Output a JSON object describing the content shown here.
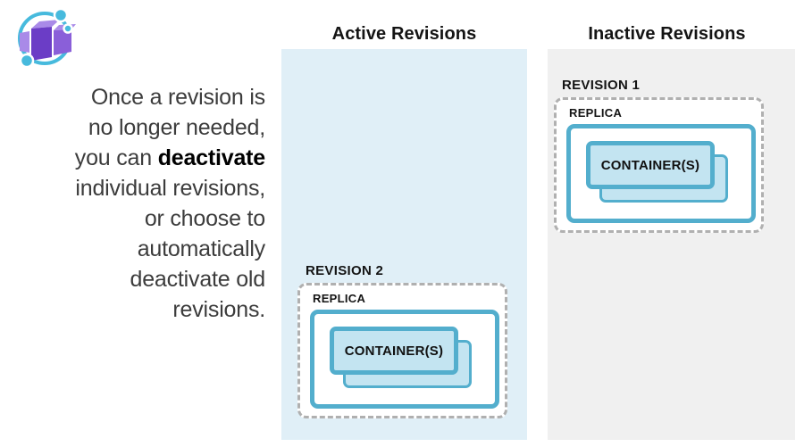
{
  "logo": {
    "icon": "azure-container-apps-icon"
  },
  "description": {
    "lines_before": [
      "Once a revision is",
      "no longer needed,"
    ],
    "bold_line": {
      "pre": "you can ",
      "bold": "deactivate"
    },
    "lines_after": [
      "individual revisions,",
      "or choose to",
      "automatically",
      "deactivate old",
      "revisions."
    ]
  },
  "columns": {
    "active": {
      "title": "Active Revisions"
    },
    "inactive": {
      "title": "Inactive Revisions"
    }
  },
  "revisions": [
    {
      "label": "REVISION 1",
      "replica_label": "REPLICA",
      "container_label": "CONTAINER(S)",
      "column": "inactive"
    },
    {
      "label": "REVISION 2",
      "replica_label": "REPLICA",
      "container_label": "CONTAINER(S)",
      "column": "active"
    }
  ],
  "colors": {
    "active_panel_bg": "#e0eff7",
    "inactive_panel_bg": "#f0f0f0",
    "box_border_blue": "#53aecd",
    "container_fill": "#c3e4f1",
    "dashed_border": "#b0b0b0",
    "logo_blue": "#47badd",
    "logo_purple_dark": "#6b3dc6",
    "logo_purple_mid": "#8a5fd9",
    "logo_purple_light": "#a98ae8",
    "text_dark": "#3c3c3c",
    "heading_black": "#141414"
  }
}
